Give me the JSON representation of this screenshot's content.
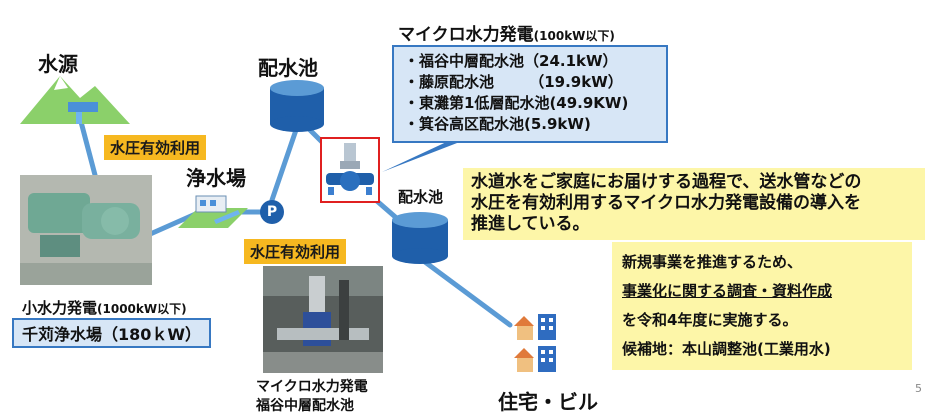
{
  "labels": {
    "water_source": "水源",
    "reservoir_top": "配水池",
    "reservoir_mid": "配水池",
    "purification": "浄水場",
    "housing": "住宅・ビル"
  },
  "tags": {
    "water_pressure_1": "水圧有効利用",
    "water_pressure_2": "水圧有効利用"
  },
  "micro_box": {
    "title": "マイクロ水力発電",
    "title_note": "(100kW以下)",
    "items": [
      "・福谷中層配水池（24.1kW）",
      "・藤原配水池　　 （19.9kW）",
      "・東灘第1低層配水池(49.9KW)",
      "・箕谷高区配水池(5.9kW)"
    ]
  },
  "description": {
    "line1": "水道水をご家庭にお届けする過程で、送水管などの",
    "line2": "水圧を有効利用するマイクロ水力発電設備の導入を",
    "line3": "推進している。"
  },
  "new_project": {
    "line1": "新規事業を推進するため、",
    "line2": "事業化に関する調査・資料作成",
    "line3": "を令和4年度に実施する。",
    "line4": "候補地：本山調整池(工業用水)"
  },
  "small_hydro": {
    "title": "小水力発電",
    "title_note": "(1000kW以下)",
    "plant": "千苅浄水場（180ｋW）"
  },
  "photo_caption": {
    "line1": "マイクロ水力発電",
    "line2": "福谷中層配水池"
  },
  "pump_symbol": "P",
  "page_number": "5",
  "colors": {
    "pipe": "#5b9bd5",
    "tank": "#1f5faa",
    "tag": "#f6b820",
    "yellow_box": "#fdf6a8",
    "micro_box_fill": "#d7e6f6",
    "micro_box_border": "#3778c2"
  }
}
